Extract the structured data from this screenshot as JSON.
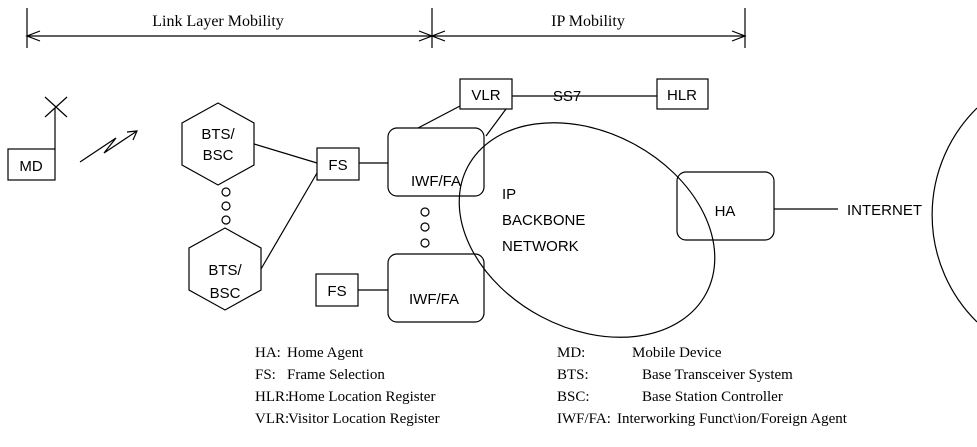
{
  "ranges": {
    "link_layer": "Link Layer Mobility",
    "ip": "IP Mobility"
  },
  "nodes": {
    "md": "MD",
    "bts_top_line1": "BTS/",
    "bts_top_line2": "BSC",
    "bts_bottom_line1": "BTS/",
    "bts_bottom_line2": "BSC",
    "fs_top": "FS",
    "fs_bottom": "FS",
    "iwf_top": "IWF/FA",
    "iwf_bottom": "IWF/FA",
    "vlr": "VLR",
    "hlr": "HLR",
    "ss7": "SS7",
    "backbone_line1": "IP",
    "backbone_line2": "BACKBONE",
    "backbone_line3": "NETWORK",
    "ha": "HA",
    "internet": "INTERNET"
  },
  "legend": {
    "left": [
      {
        "abbr": "HA:",
        "desc": "Home Agent"
      },
      {
        "abbr": "FS:",
        "desc": "Frame Selection"
      },
      {
        "abbr": "HLR:",
        "desc": "Home Location Register"
      },
      {
        "abbr": "VLR:",
        "desc": "Visitor Location Register"
      }
    ],
    "right": [
      {
        "abbr": "MD:",
        "desc": "Mobile Device"
      },
      {
        "abbr": "BTS:",
        "desc": "Base Transceiver System"
      },
      {
        "abbr": "BSC:",
        "desc": "Base Station Controller"
      },
      {
        "abbr": "IWF/FA:",
        "desc": "Interworking Funct\\ion/Foreign Agent"
      }
    ]
  }
}
